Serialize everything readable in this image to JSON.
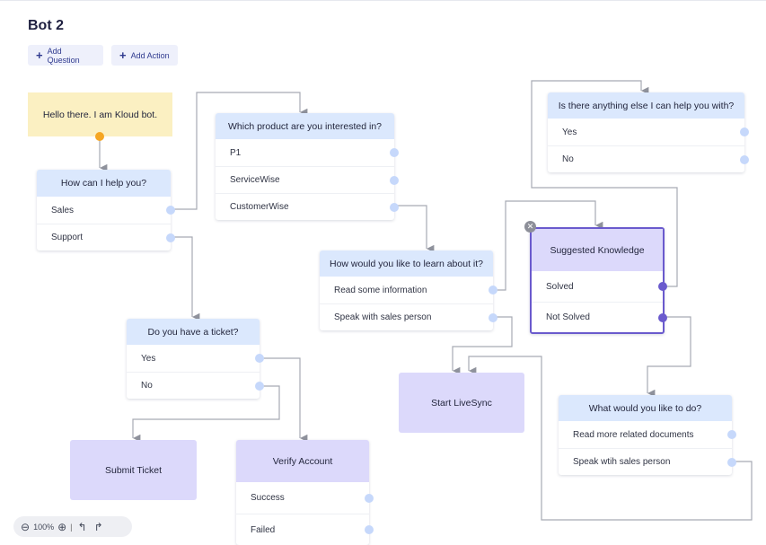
{
  "page": {
    "title": "Bot 2"
  },
  "toolbar": {
    "add_question": {
      "icon": "+",
      "label": "Add Question"
    },
    "add_action": {
      "icon": "+",
      "label": "Add Action"
    }
  },
  "greeting": {
    "text": "Hello there. I am Kloud bot."
  },
  "questions": {
    "help": {
      "title": "How can I help you?",
      "options": [
        "Sales",
        "Support"
      ]
    },
    "product": {
      "title": "Which product are you interested in?",
      "options": [
        "P1",
        "ServiceWise",
        "CustomerWise"
      ]
    },
    "learn": {
      "title": "How would you like to learn about it?",
      "options": [
        "Read some information",
        "Speak with sales person"
      ]
    },
    "ticket": {
      "title": "Do you have a ticket?",
      "options": [
        "Yes",
        "No"
      ]
    },
    "anything": {
      "title": "Is there anything else I can help you with?",
      "options": [
        "Yes",
        "No"
      ]
    },
    "suggested": {
      "title": "Suggested Knowledge",
      "options": [
        "Solved",
        "Not Solved"
      ]
    },
    "todo": {
      "title": "What would you like to do?",
      "options": [
        "Read more related documents",
        "Speak wtih sales person"
      ]
    },
    "verify": {
      "title": "Verify Account",
      "options": [
        "Success",
        "Failed"
      ]
    }
  },
  "actions": {
    "submit_ticket": "Submit Ticket",
    "start_livesync": "Start LiveSync"
  },
  "zoom": {
    "zoom_out_icon": "zoom-out-icon",
    "level": "100%",
    "zoom_in_icon": "zoom-in-icon",
    "undo_icon": "undo-icon",
    "redo_icon": "redo-icon"
  },
  "colors": {
    "question_header": "#dbe8fd",
    "action_fill": "#dcd9fb",
    "greeting_fill": "#fbf0c2",
    "selected_border": "#6a5acd",
    "connector": "#a7aab3"
  }
}
